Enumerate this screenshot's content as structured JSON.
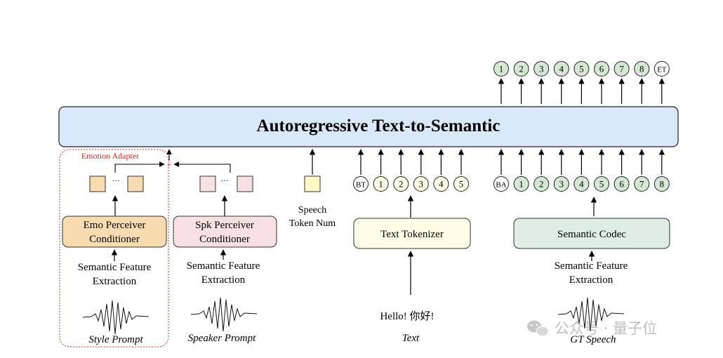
{
  "main_block": {
    "title": "Autoregressive Text-to-Semantic"
  },
  "emotion_adapter": {
    "label": "Emotion Adapter"
  },
  "style_branch": {
    "ellipsis": "···",
    "conditioner_line1": "Emo Perceiver",
    "conditioner_line2": "Conditioner",
    "feature_line1": "Semantic Feature",
    "feature_line2": "Extraction",
    "prompt": "Style Prompt"
  },
  "speaker_branch": {
    "ellipsis": "···",
    "conditioner_line1": "Spk Perceiver",
    "conditioner_line2": "Conditioner",
    "feature_line1": "Semantic Feature",
    "feature_line2": "Extraction",
    "prompt": "Speaker Prompt"
  },
  "speech_token": {
    "line1": "Speech",
    "line2": "Token Num"
  },
  "text_branch": {
    "tokens": [
      "BT",
      "1",
      "2",
      "3",
      "4",
      "5"
    ],
    "tokenizer": "Text Tokenizer",
    "sample_text": "Hello! 你好!",
    "label": "Text"
  },
  "gt_branch": {
    "tokens": [
      "BA",
      "1",
      "2",
      "3",
      "4",
      "5",
      "6",
      "7",
      "8"
    ],
    "codec": "Semantic Codec",
    "feature_line1": "Semantic Feature",
    "feature_line2": "Extraction",
    "label": "GT Speech"
  },
  "output_tokens": [
    "1",
    "2",
    "3",
    "4",
    "5",
    "6",
    "7",
    "8",
    "ET"
  ],
  "watermark": {
    "text": "公众号 · 量子位",
    "icon": "wechat-icon"
  },
  "colors": {
    "main_fill": "#dae8fc",
    "emo_fill": "#f8dbae",
    "spk_fill": "#f8e0e0",
    "text_token_fill": "#fffde6",
    "speech_token_fill": "#fff9c4",
    "gt_token_fill": "#d5e8d4",
    "codec_fill": "#dfeee3",
    "adapter_border": "#d62728"
  }
}
